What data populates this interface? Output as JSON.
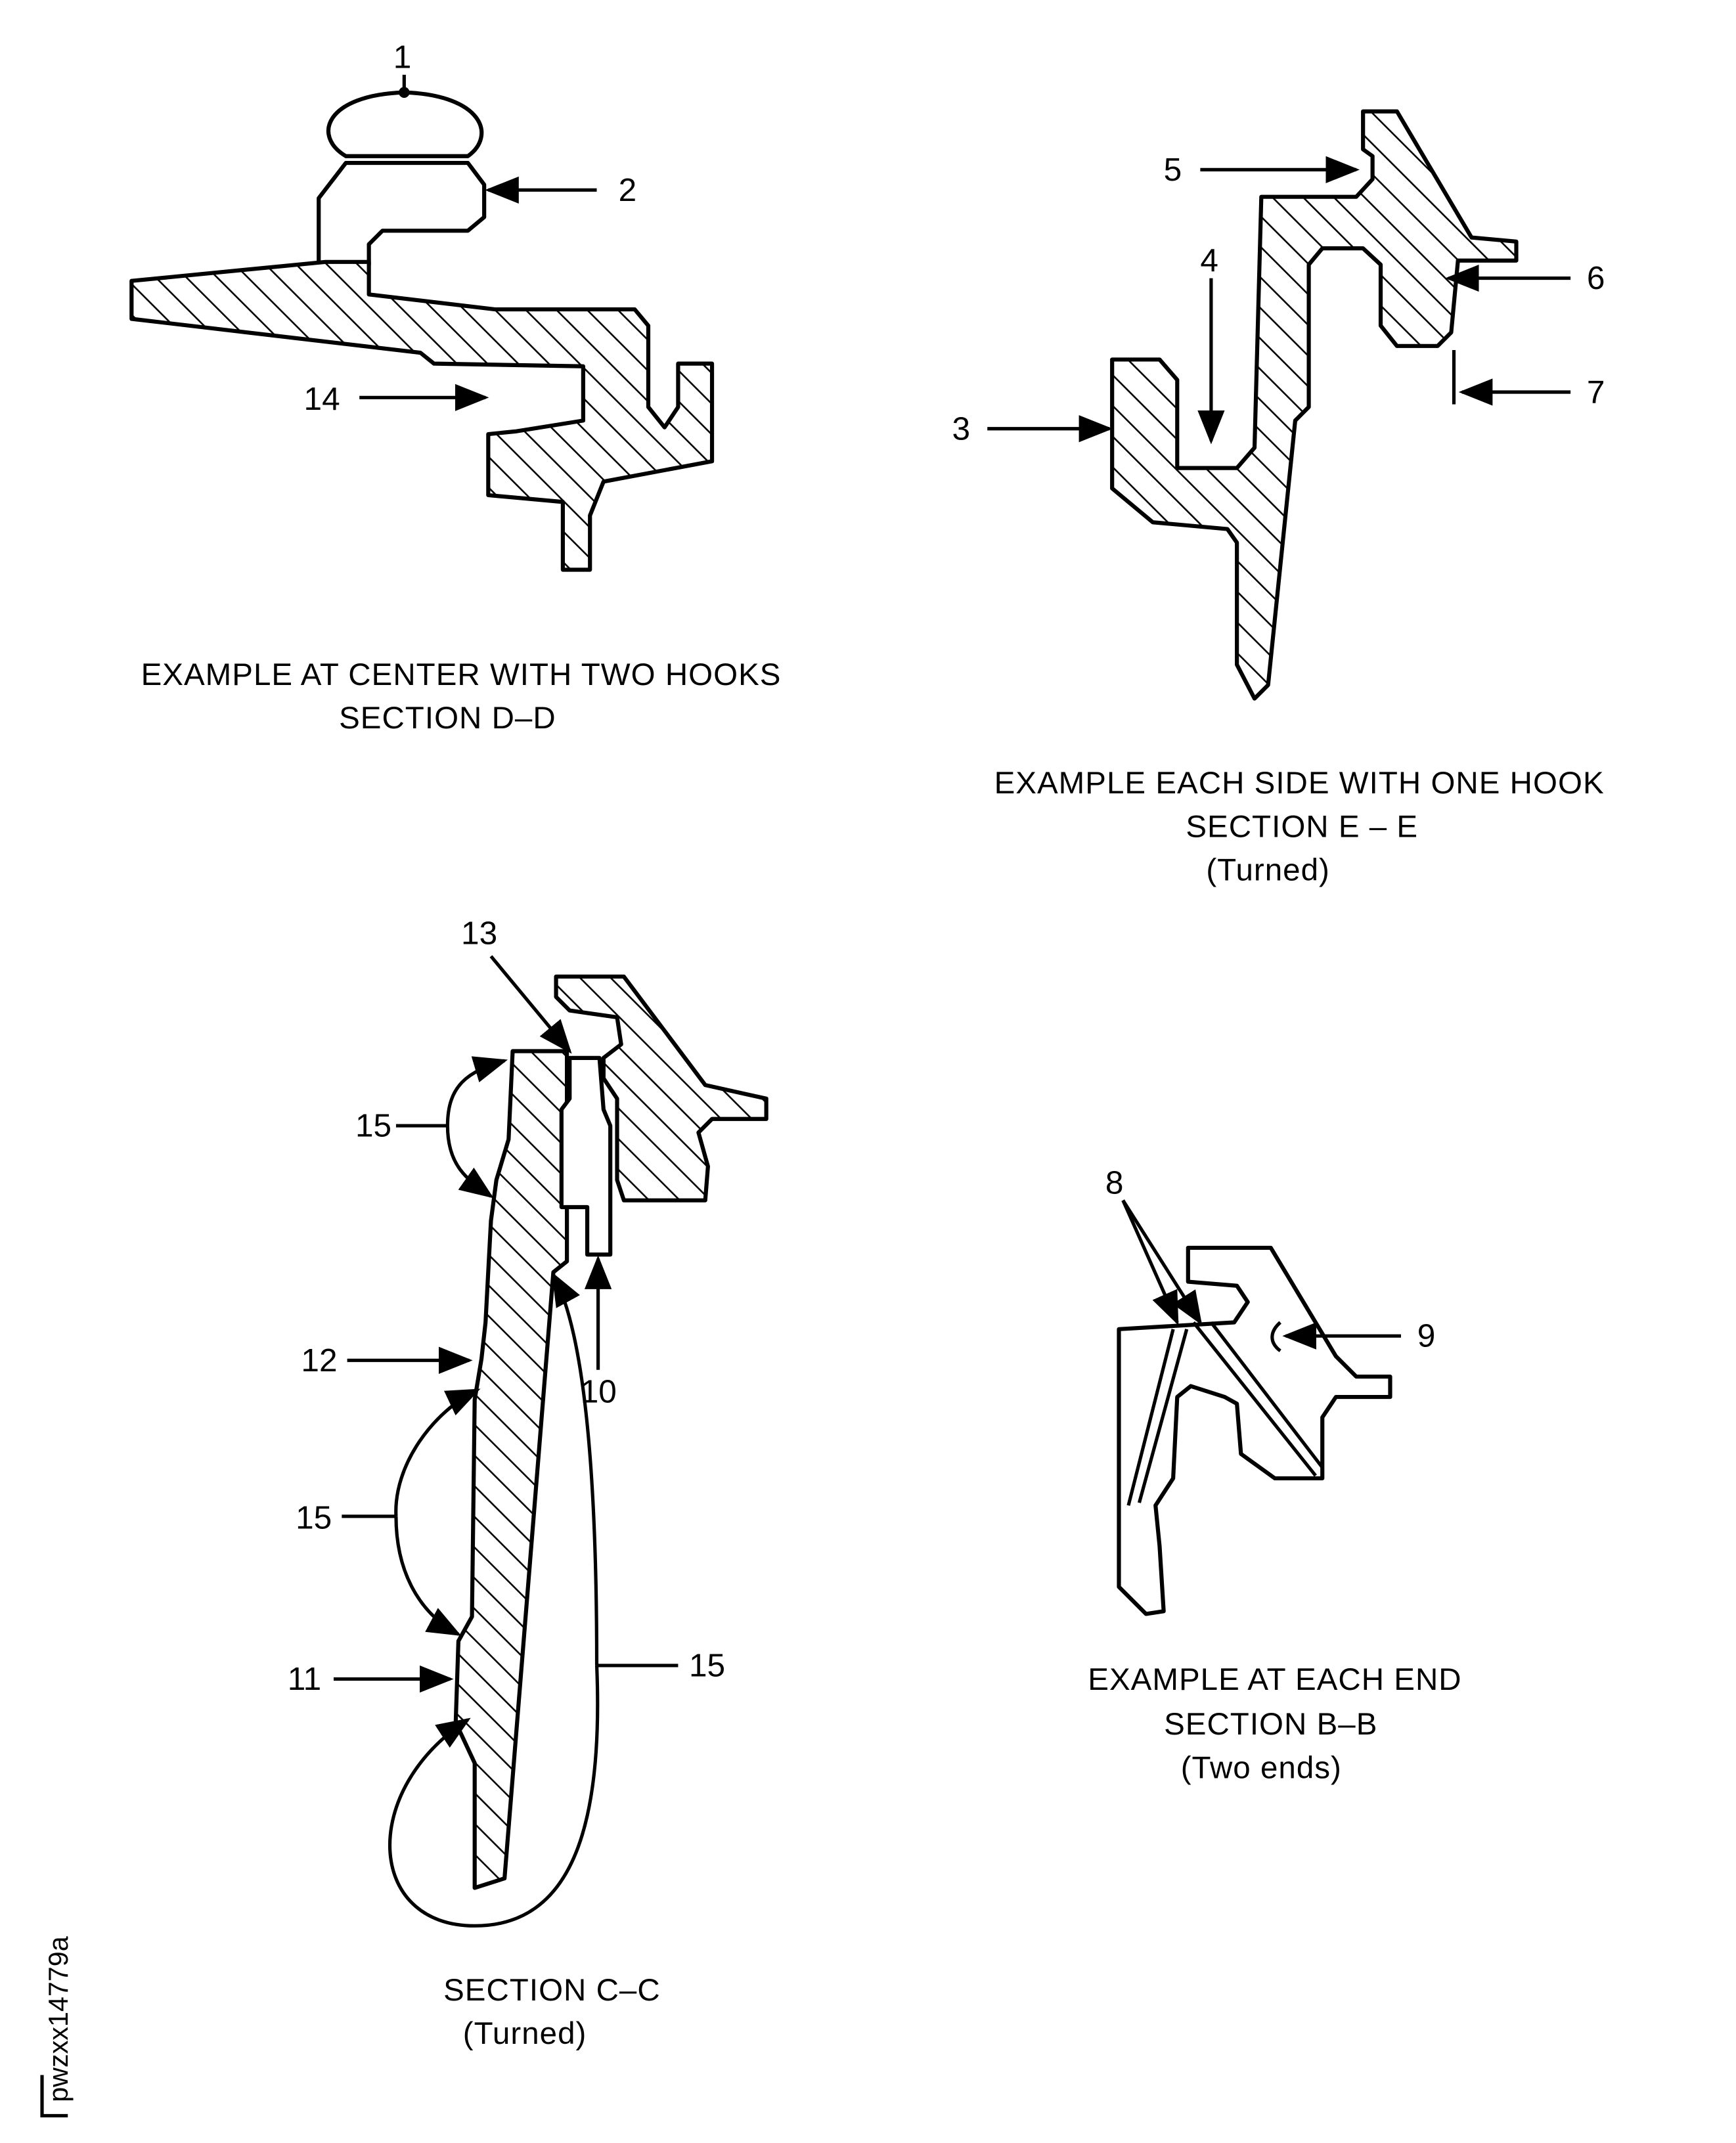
{
  "figure_id": "pwzxx14779a",
  "sections": [
    {
      "caption_lines": [
        "EXAMPLE AT CENTER WITH TWO HOOKS",
        "SECTION D–D"
      ]
    },
    {
      "caption_lines": [
        "EXAMPLE EACH SIDE WITH ONE HOOK",
        "SECTION E – E",
        "(Turned)"
      ]
    },
    {
      "caption_lines": [
        "SECTION C–C",
        "(Turned)"
      ]
    },
    {
      "caption_lines": [
        "EXAMPLE AT EACH END",
        "SECTION B–B",
        "(Two ends)"
      ]
    }
  ],
  "callouts": {
    "d_d": [
      "1",
      "2",
      "14"
    ],
    "e_e": [
      "5",
      "4",
      "6",
      "7",
      "3"
    ],
    "c_c": [
      "13",
      "15",
      "12",
      "10",
      "15",
      "11",
      "15"
    ],
    "b_b": [
      "8",
      "9"
    ]
  }
}
